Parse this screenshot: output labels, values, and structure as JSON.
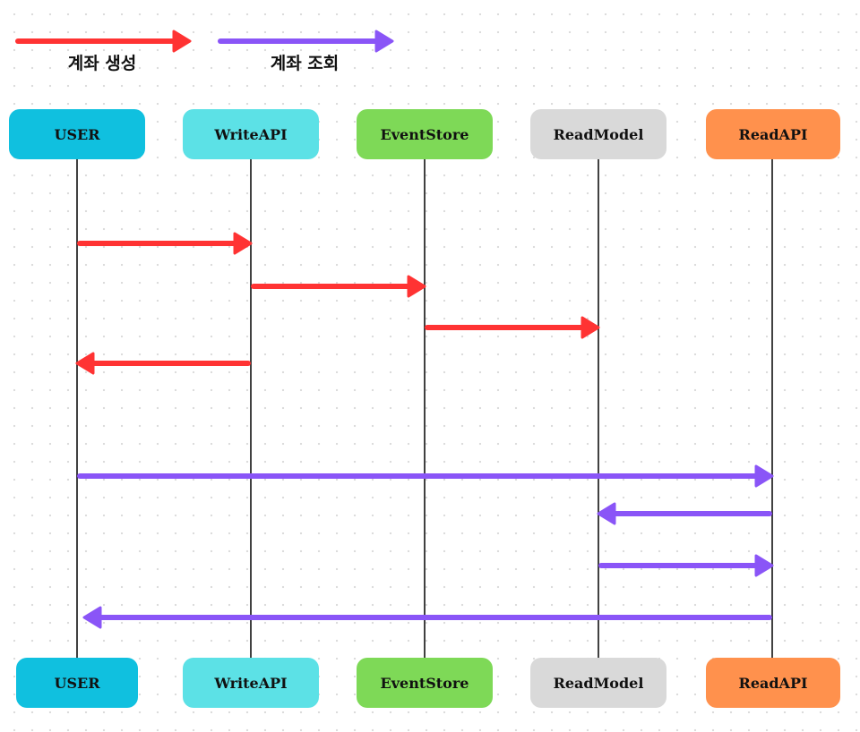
{
  "legend": [
    {
      "label": "계좌 생성",
      "color": "#ff3333"
    },
    {
      "label": "계좌 조회",
      "color": "#8a55f7"
    }
  ],
  "participants": [
    {
      "id": "user",
      "label": "USER",
      "color": "#10c0df"
    },
    {
      "id": "writeapi",
      "label": "WriteAPI",
      "color": "#5ce1e6"
    },
    {
      "id": "eventstore",
      "label": "EventStore",
      "color": "#7ed957"
    },
    {
      "id": "readmodel",
      "label": "ReadModel",
      "color": "#d9d9d9"
    },
    {
      "id": "readapi",
      "label": "ReadAPI",
      "color": "#ff914d"
    }
  ],
  "messages": [
    {
      "from": "user",
      "to": "writeapi",
      "flow": 0
    },
    {
      "from": "writeapi",
      "to": "eventstore",
      "flow": 0
    },
    {
      "from": "eventstore",
      "to": "readmodel",
      "flow": 0
    },
    {
      "from": "writeapi",
      "to": "user",
      "flow": 0
    },
    {
      "from": "user",
      "to": "readapi",
      "flow": 1
    },
    {
      "from": "readapi",
      "to": "readmodel",
      "flow": 1
    },
    {
      "from": "readmodel",
      "to": "readapi",
      "flow": 1
    },
    {
      "from": "readapi",
      "to": "user",
      "flow": 1
    }
  ]
}
